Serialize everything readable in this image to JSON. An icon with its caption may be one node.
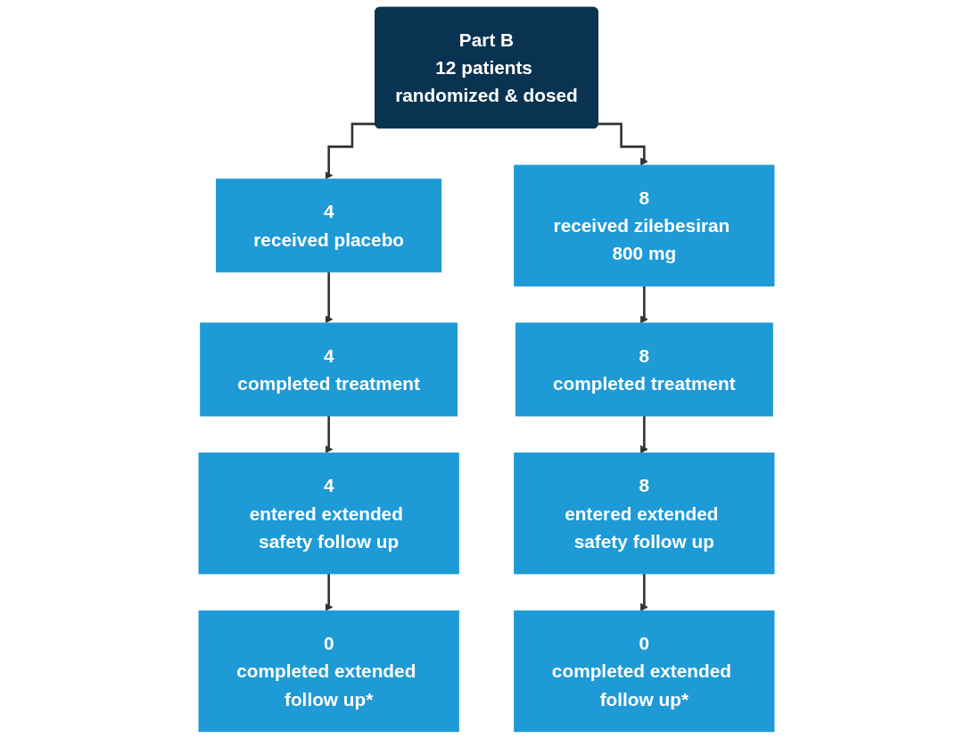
{
  "diagram": {
    "nodes": [
      {
        "text": [
          "Part B",
          "12 patients randomized & dosed"
        ]
      },
      {
        "text": [
          "4",
          "received placebo"
        ]
      },
      {
        "text": [
          "8",
          "received zilebesiran 800 mg"
        ]
      },
      {
        "text": [
          "4",
          "completed treatment"
        ]
      },
      {
        "text": [
          "8",
          "completed treatment"
        ]
      },
      {
        "text": [
          "4",
          "entered extended safety follow up"
        ]
      },
      {
        "text": [
          "8",
          "entered extended safety follow up"
        ]
      },
      {
        "text": [
          "0",
          "completed extended follow up*"
        ]
      },
      {
        "text": [
          "0",
          "completed extended follow up*"
        ]
      }
    ],
    "edges": [
      {
        "from": 0,
        "to": 1,
        "arrow": "to"
      },
      {
        "from": 0,
        "to": 2,
        "arrow": "to"
      },
      {
        "from": 1,
        "to": 3,
        "arrow": "to"
      },
      {
        "from": 2,
        "to": 4,
        "arrow": "to"
      },
      {
        "from": 3,
        "to": 5,
        "arrow": "to"
      },
      {
        "from": 4,
        "to": 6,
        "arrow": "to"
      },
      {
        "from": 5,
        "to": 7,
        "arrow": "to"
      },
      {
        "from": 6,
        "to": 8,
        "arrow": "to"
      }
    ]
  }
}
